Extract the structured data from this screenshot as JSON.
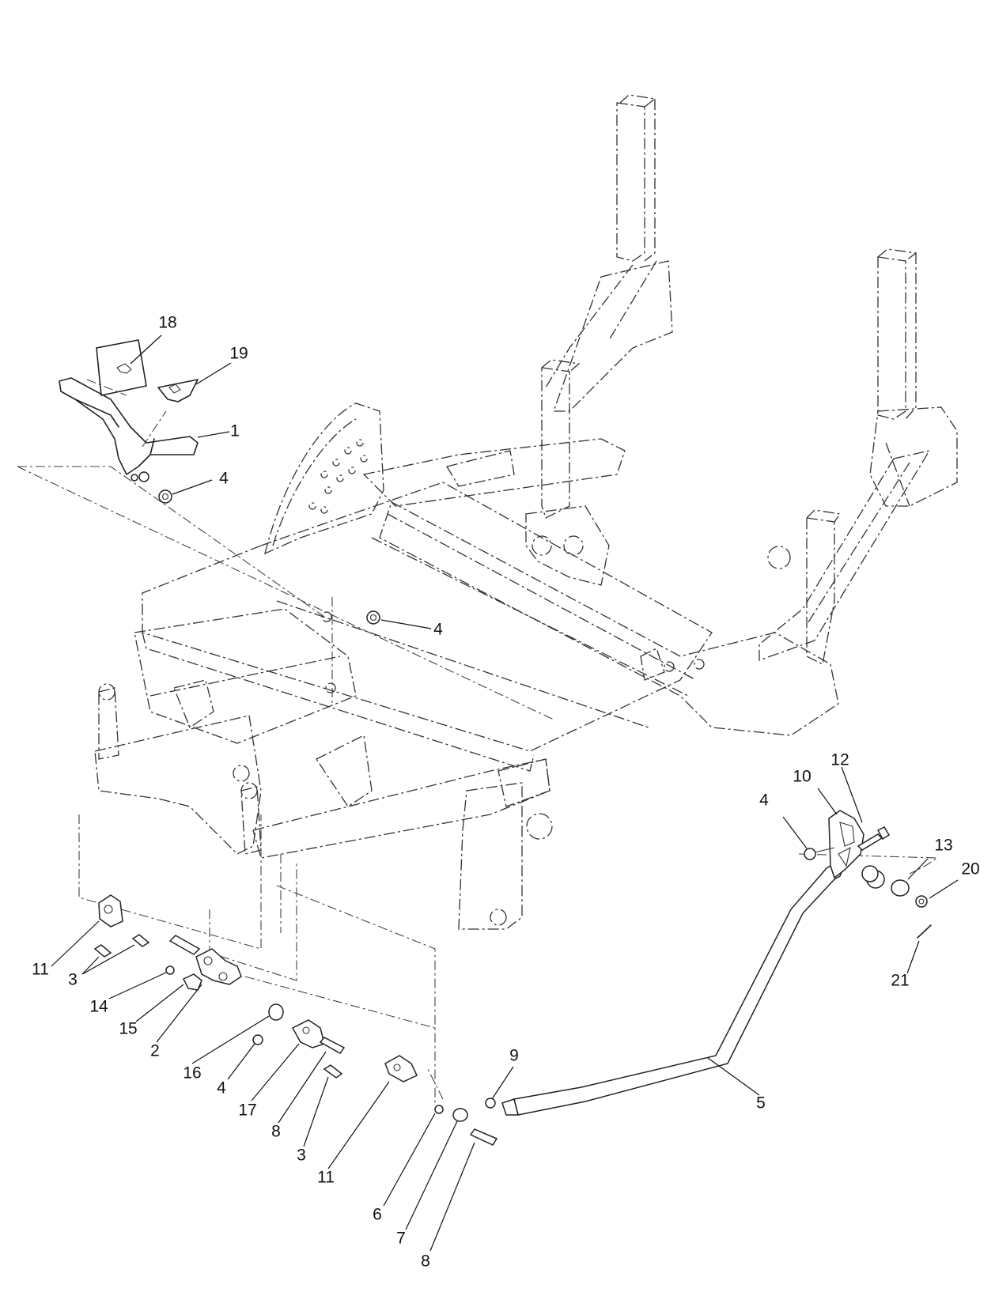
{
  "callouts": {
    "c18": "18",
    "c19": "19",
    "c1": "1",
    "c4a": "4",
    "c4b": "4",
    "c10": "10",
    "c12": "12",
    "c4c": "4",
    "c13": "13",
    "c20": "20",
    "c21": "21",
    "c11a": "11",
    "c3a": "3",
    "c14": "14",
    "c15": "15",
    "c2": "2",
    "c16": "16",
    "c4d": "4",
    "c17": "17",
    "c8a": "8",
    "c3b": "3",
    "c11b": "11",
    "c9": "9",
    "c5": "5",
    "c6": "6",
    "c7": "7",
    "c8b": "8"
  }
}
